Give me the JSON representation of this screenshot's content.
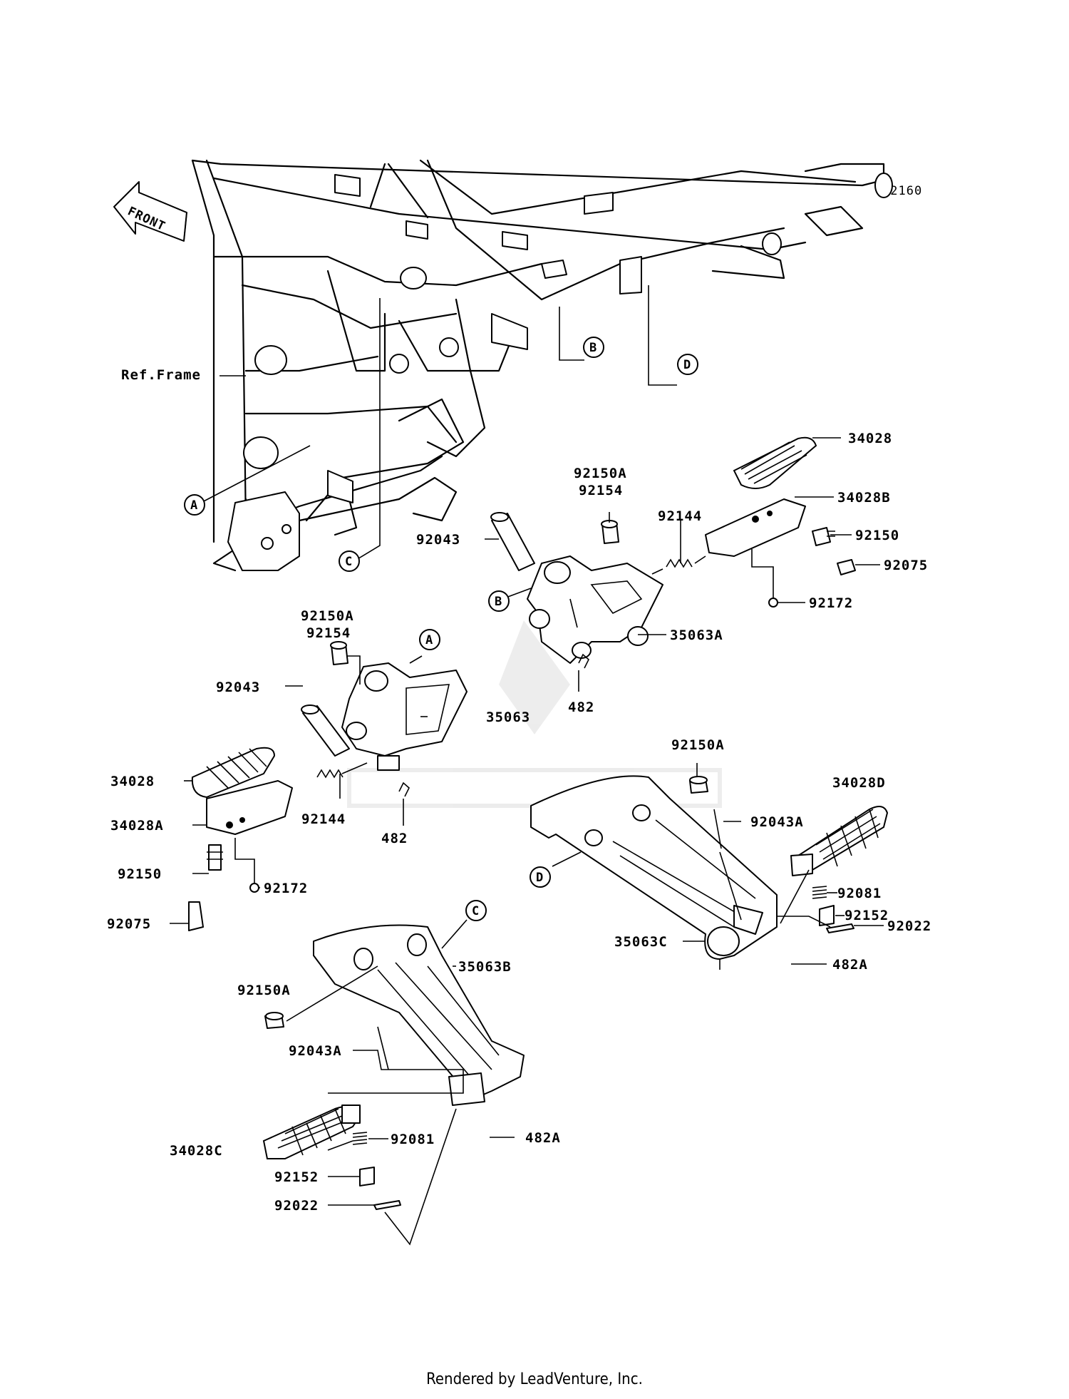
{
  "figure_code": "F2160",
  "front_label": "FRONT",
  "frame_ref": "Ref.Frame",
  "callouts": [
    "A",
    "B",
    "C",
    "D"
  ],
  "parts": {
    "p34028_top": "34028",
    "p34028B": "34028B",
    "p92150A_top": "92150A",
    "p92154_top": "92154",
    "p92144_top": "92144",
    "p92150_top": "92150",
    "p92043_top": "92043",
    "p92075_top": "92075",
    "p92172_top": "92172",
    "p35063A": "35063A",
    "p482_top": "482",
    "p92150A_left": "92150A",
    "p92154_left": "92154",
    "p92043_left": "92043",
    "p35063": "35063",
    "p34028_left": "34028",
    "p34028A": "34028A",
    "p92144_left": "92144",
    "p482_left": "482",
    "p92150_left": "92150",
    "p92172_left": "92172",
    "p92075_left": "92075",
    "p92150A_right": "92150A",
    "p34028D": "34028D",
    "p92043A_right": "92043A",
    "p92081_right": "92081",
    "p92152_right": "92152",
    "p92022_right": "92022",
    "p35063C": "35063C",
    "p482A_right": "482A",
    "p92150A_bottom": "92150A",
    "p35063B": "35063B",
    "p92043A_bottom": "92043A",
    "p482A_bottom": "482A",
    "p34028C": "34028C",
    "p92081_bottom": "92081",
    "p92152_bottom": "92152",
    "p92022_bottom": "92022"
  },
  "footer": "Rendered by LeadVenture, Inc."
}
